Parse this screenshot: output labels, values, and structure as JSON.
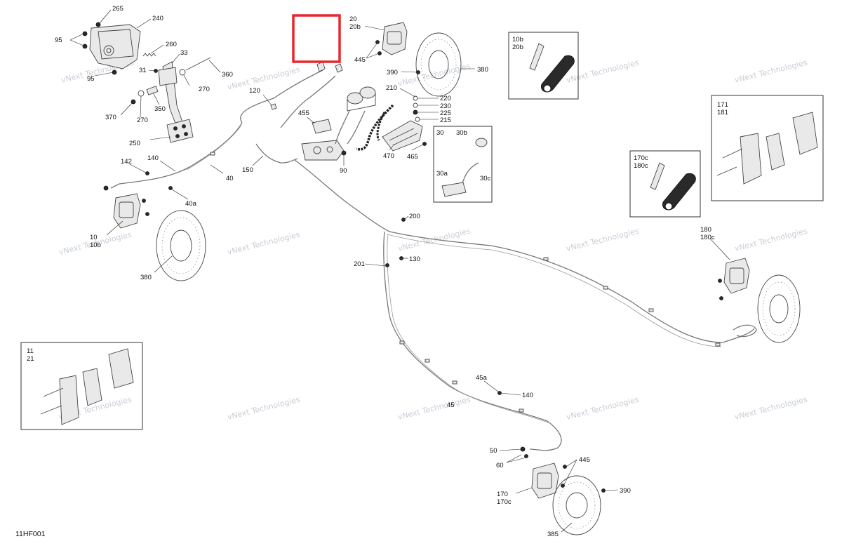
{
  "diagram_code": "11HF001",
  "watermark_text": "vNext Technologies",
  "highlight_color": "#e8262e",
  "labels": {
    "l265": "265",
    "l240": "240",
    "l95a": "95",
    "l95b": "95",
    "l260": "260",
    "l33": "33",
    "l31": "31",
    "l360": "360",
    "l270a": "270",
    "l270b": "270",
    "l370": "370",
    "l350": "350",
    "l250": "250",
    "l120": "120",
    "l20": "20",
    "l20b": "20b",
    "l445a": "445",
    "l390a": "390",
    "l380a": "380",
    "l210": "210",
    "l220": "220",
    "l230": "230",
    "l225": "225",
    "l215": "215",
    "l455": "455",
    "l470": "470",
    "l465": "465",
    "l90": "90",
    "l150": "150",
    "l140a": "140",
    "l142": "142",
    "l40": "40",
    "l40a": "40a",
    "l10": "10",
    "l10b": "10b",
    "l380b": "380",
    "l200": "200",
    "l201": "201",
    "l130": "130",
    "l180": "180",
    "l180c": "180c",
    "l45a": "45a",
    "l140b": "140",
    "l45": "45",
    "l50": "50",
    "l60": "60",
    "l445b": "445",
    "l170": "170",
    "l170c": "170c",
    "l390b": "390",
    "l385": "385"
  },
  "insets": {
    "bleed_front": {
      "line1": "10b",
      "line2": "20b"
    },
    "master_cyl": {
      "a": "30",
      "b": "30b",
      "c": "30a",
      "d": "30c"
    },
    "bleed_rear": {
      "line1": "170c",
      "line2": "180c"
    },
    "pads_rear": {
      "line1": "171",
      "line2": "181"
    },
    "pads_front": {
      "line1": "11",
      "line2": "21"
    }
  }
}
